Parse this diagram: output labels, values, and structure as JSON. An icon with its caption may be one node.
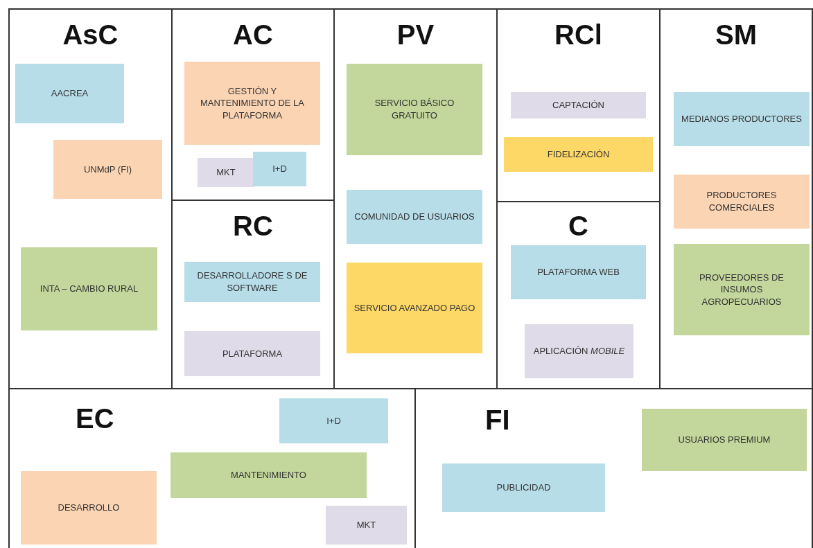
{
  "diagram": {
    "nodes": [
      {
        "text": [
          "AsC"
        ]
      },
      {
        "text": [
          "AACREA"
        ],
        "in": 0
      },
      {
        "text": [
          "UNMdP (FI)"
        ],
        "in": 0
      },
      {
        "text": [
          "INTA – CAMBIO RURAL"
        ],
        "in": 0
      },
      {
        "text": [
          "AC"
        ]
      },
      {
        "text": [
          "GESTIÓN Y MANTENIMIENTO DE LA PLATAFORMA"
        ],
        "in": 4
      },
      {
        "text": [
          "MKT"
        ],
        "in": 4
      },
      {
        "text": [
          "I+D"
        ],
        "in": 4
      },
      {
        "text": [
          "RC"
        ]
      },
      {
        "text": [
          "DESARROLLADORE S DE SOFTWARE"
        ],
        "in": 8
      },
      {
        "text": [
          "PLATAFORMA"
        ],
        "in": 8
      },
      {
        "text": [
          "PV"
        ]
      },
      {
        "text": [
          "SERVICIO BÁSICO GRATUITO"
        ],
        "in": 11
      },
      {
        "text": [
          "COMUNIDAD DE USUARIOS"
        ],
        "in": 11
      },
      {
        "text": [
          "SERVICIO AVANZADO PAGO"
        ],
        "in": 11
      },
      {
        "text": [
          "RCl"
        ]
      },
      {
        "text": [
          "CAPTACIÓN"
        ],
        "in": 15
      },
      {
        "text": [
          "FIDELIZACIÓN"
        ],
        "in": 15
      },
      {
        "text": [
          "C"
        ]
      },
      {
        "text": [
          "PLATAFORMA WEB"
        ],
        "in": 18
      },
      {
        "text": [
          "APLICACIÓN *MOBILE*"
        ],
        "in": 18
      },
      {
        "text": [
          "SM"
        ]
      },
      {
        "text": [
          "MEDIANOS PRODUCTORES"
        ],
        "in": 21
      },
      {
        "text": [
          "PRODUCTORES COMERCIALES"
        ],
        "in": 21
      },
      {
        "text": [
          "PROVEEDORES DE INSUMOS AGROPECUARIOS"
        ],
        "in": 21
      },
      {
        "text": [
          "EC"
        ]
      },
      {
        "text": [
          "I+D"
        ],
        "in": 25
      },
      {
        "text": [
          "MANTENIMIENTO"
        ],
        "in": 25
      },
      {
        "text": [
          "DESARROLLO"
        ],
        "in": 25
      },
      {
        "text": [
          "MKT"
        ],
        "in": 25
      },
      {
        "text": [
          "FI"
        ]
      },
      {
        "text": [
          "USUARIOS PREMIUM"
        ],
        "in": 30
      },
      {
        "text": [
          "PUBLICIDAD"
        ],
        "in": 30
      }
    ]
  }
}
